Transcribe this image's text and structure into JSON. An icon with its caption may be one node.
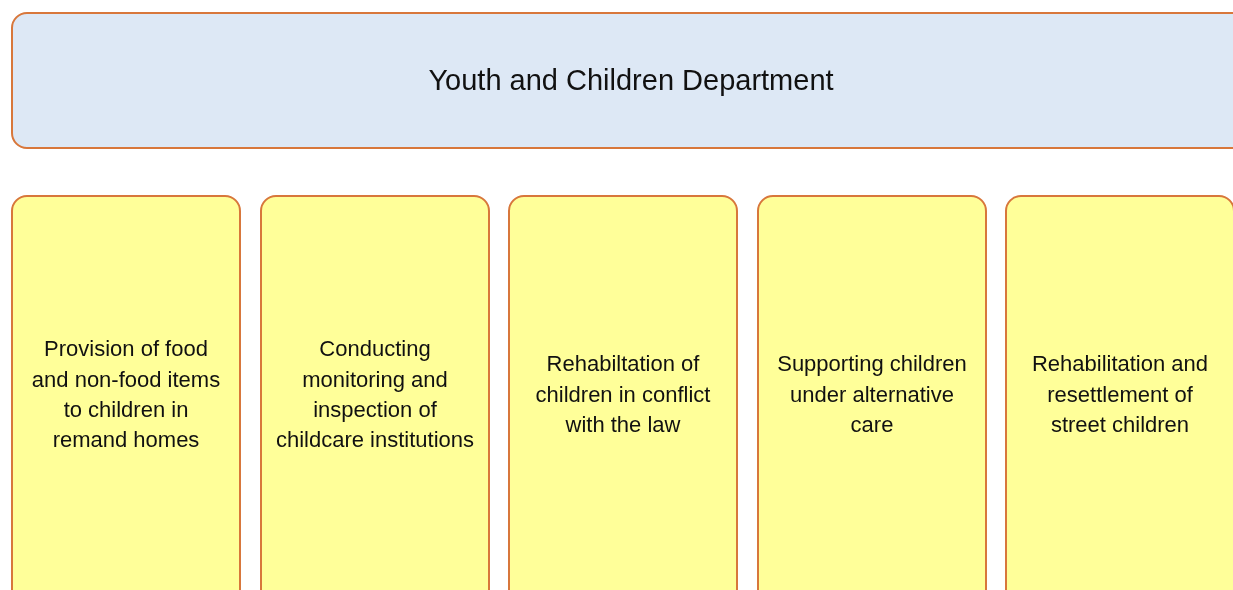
{
  "diagram": {
    "nodes": [
      {
        "text": [
          "Youth and Children Department"
        ]
      },
      {
        "text": [
          "Provision of food and non-food items to children in remand homes"
        ]
      },
      {
        "text": [
          "Conducting monitoring and inspection of childcare institutions"
        ]
      },
      {
        "text": [
          "Rehabiltation of children in conflict with the law"
        ]
      },
      {
        "text": [
          "Supporting children under alternative care"
        ]
      },
      {
        "text": [
          "Rehabilitation and resettlement of street children"
        ]
      }
    ]
  }
}
